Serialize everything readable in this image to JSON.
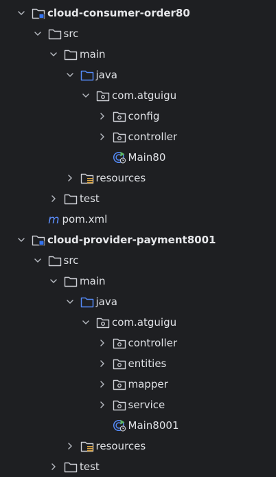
{
  "tree": [
    {
      "name": "cloud-consumer-order80",
      "kind": "module",
      "depth": 0,
      "expanded": true
    },
    {
      "name": "src",
      "kind": "folder",
      "depth": 1,
      "expanded": true
    },
    {
      "name": "main",
      "kind": "folder",
      "depth": 2,
      "expanded": true
    },
    {
      "name": "java",
      "kind": "source-folder",
      "depth": 3,
      "expanded": true
    },
    {
      "name": "com.atguigu",
      "kind": "package",
      "depth": 4,
      "expanded": true
    },
    {
      "name": "config",
      "kind": "package",
      "depth": 5,
      "expanded": false
    },
    {
      "name": "controller",
      "kind": "package",
      "depth": 5,
      "expanded": false
    },
    {
      "name": "Main80",
      "kind": "spring-class",
      "depth": 5,
      "leaf": true
    },
    {
      "name": "resources",
      "kind": "resources-folder",
      "depth": 3,
      "expanded": false
    },
    {
      "name": "test",
      "kind": "folder",
      "depth": 2,
      "expanded": false
    },
    {
      "name": "pom.xml",
      "kind": "maven-file",
      "depth": 1,
      "leaf": true
    },
    {
      "name": "cloud-provider-payment8001",
      "kind": "module",
      "depth": 0,
      "expanded": true
    },
    {
      "name": "src",
      "kind": "folder",
      "depth": 1,
      "expanded": true
    },
    {
      "name": "main",
      "kind": "folder",
      "depth": 2,
      "expanded": true
    },
    {
      "name": "java",
      "kind": "source-folder",
      "depth": 3,
      "expanded": true
    },
    {
      "name": "com.atguigu",
      "kind": "package",
      "depth": 4,
      "expanded": true
    },
    {
      "name": "controller",
      "kind": "package",
      "depth": 5,
      "expanded": false
    },
    {
      "name": "entities",
      "kind": "package",
      "depth": 5,
      "expanded": false
    },
    {
      "name": "mapper",
      "kind": "package",
      "depth": 5,
      "expanded": false
    },
    {
      "name": "service",
      "kind": "package",
      "depth": 5,
      "expanded": false
    },
    {
      "name": "Main8001",
      "kind": "spring-class",
      "depth": 5,
      "leaf": true
    },
    {
      "name": "resources",
      "kind": "resources-folder",
      "depth": 3,
      "expanded": false
    },
    {
      "name": "test",
      "kind": "folder",
      "depth": 2,
      "expanded": false
    }
  ],
  "icons": {
    "module": "module-folder-icon",
    "folder": "folder-icon",
    "source-folder": "source-folder-icon",
    "package": "package-icon",
    "resources-folder": "resources-folder-icon",
    "spring-class": "spring-boot-class-icon",
    "maven-file": "maven-pom-icon"
  },
  "colors": {
    "background": "#1e1f22",
    "text": "#dfe1e5",
    "icon_gray": "#ced0d6",
    "arrow": "#b4b8bf",
    "source_blue": "#548af7",
    "module_blue": "#3574f0",
    "maven_blue": "#5c8fff",
    "resources_yellow": "#d9a343",
    "spring_green": "#5fb865"
  }
}
